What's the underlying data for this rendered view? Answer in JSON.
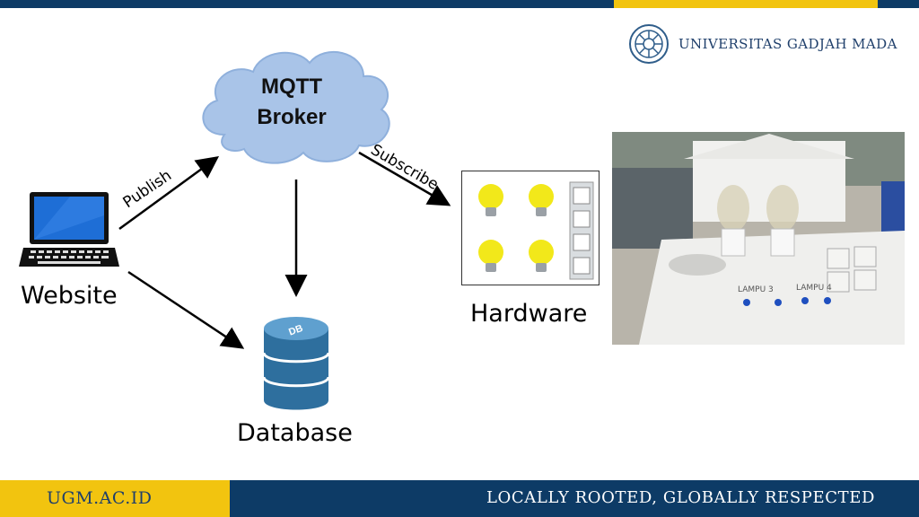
{
  "header": {
    "university_name": "UNIVERSITAS GADJAH MADA",
    "logo_icon": "ugm-seal-icon"
  },
  "diagram": {
    "nodes": {
      "website": "Website",
      "broker_line1": "MQTT",
      "broker_line2": "Broker",
      "hardware": "Hardware",
      "database": "Database",
      "db_icon_text": "DB"
    },
    "edges": {
      "publish": "Publish",
      "subscribe": "Subscribe"
    }
  },
  "photo": {
    "panel_labels": [
      "LAMPU 3",
      "LAMPU 4"
    ]
  },
  "footer": {
    "left_text": "UGM.AC.ID",
    "right_text": "LOCALLY ROOTED, GLOBALLY RESPECTED"
  },
  "colors": {
    "navy": "#0d3b66",
    "gold": "#f2c40f",
    "cloud": "#a9c4e8",
    "db_blue": "#2e6f9e"
  }
}
